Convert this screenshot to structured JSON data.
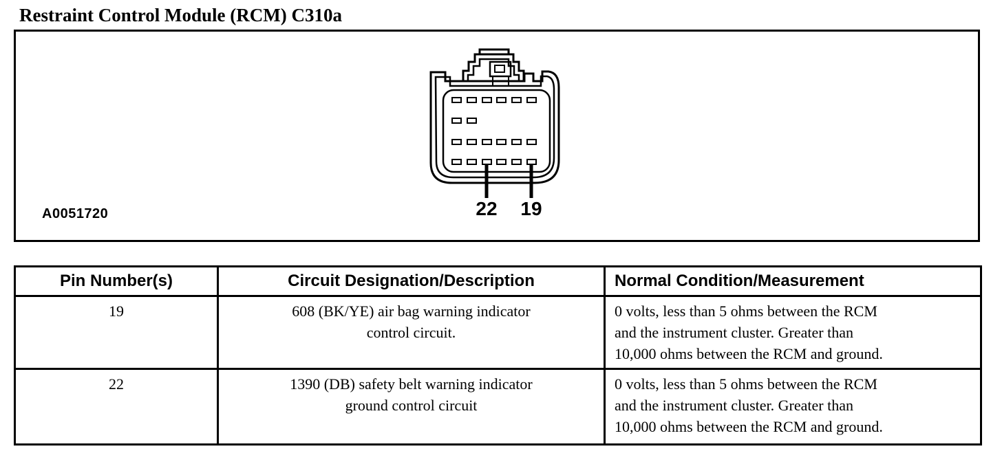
{
  "title": "Restraint Control Module (RCM) C310a",
  "figure": {
    "figure_id": "A0051720",
    "connector": {
      "description": "connector face view with 4 rows of pin slots",
      "pin_rows": [
        6,
        2,
        6,
        6
      ]
    },
    "callouts": [
      {
        "label": "22"
      },
      {
        "label": "19"
      }
    ]
  },
  "table": {
    "headers": [
      "Pin Number(s)",
      "Circuit Designation/Description",
      "Normal Condition/Measurement"
    ],
    "rows": [
      {
        "pin": "19",
        "circuit": [
          "608 (BK/YE) air bag warning indicator",
          "control circuit."
        ],
        "condition": [
          "0 volts, less than 5 ohms between the RCM",
          "and the instrument cluster. Greater than",
          "10,000 ohms between the RCM and ground."
        ]
      },
      {
        "pin": "22",
        "circuit": [
          "1390 (DB) safety belt warning indicator",
          "ground control circuit"
        ],
        "condition": [
          "0 volts, less than 5 ohms between the RCM",
          "and the instrument cluster. Greater than",
          "10,000 ohms between the RCM and ground."
        ]
      }
    ]
  }
}
